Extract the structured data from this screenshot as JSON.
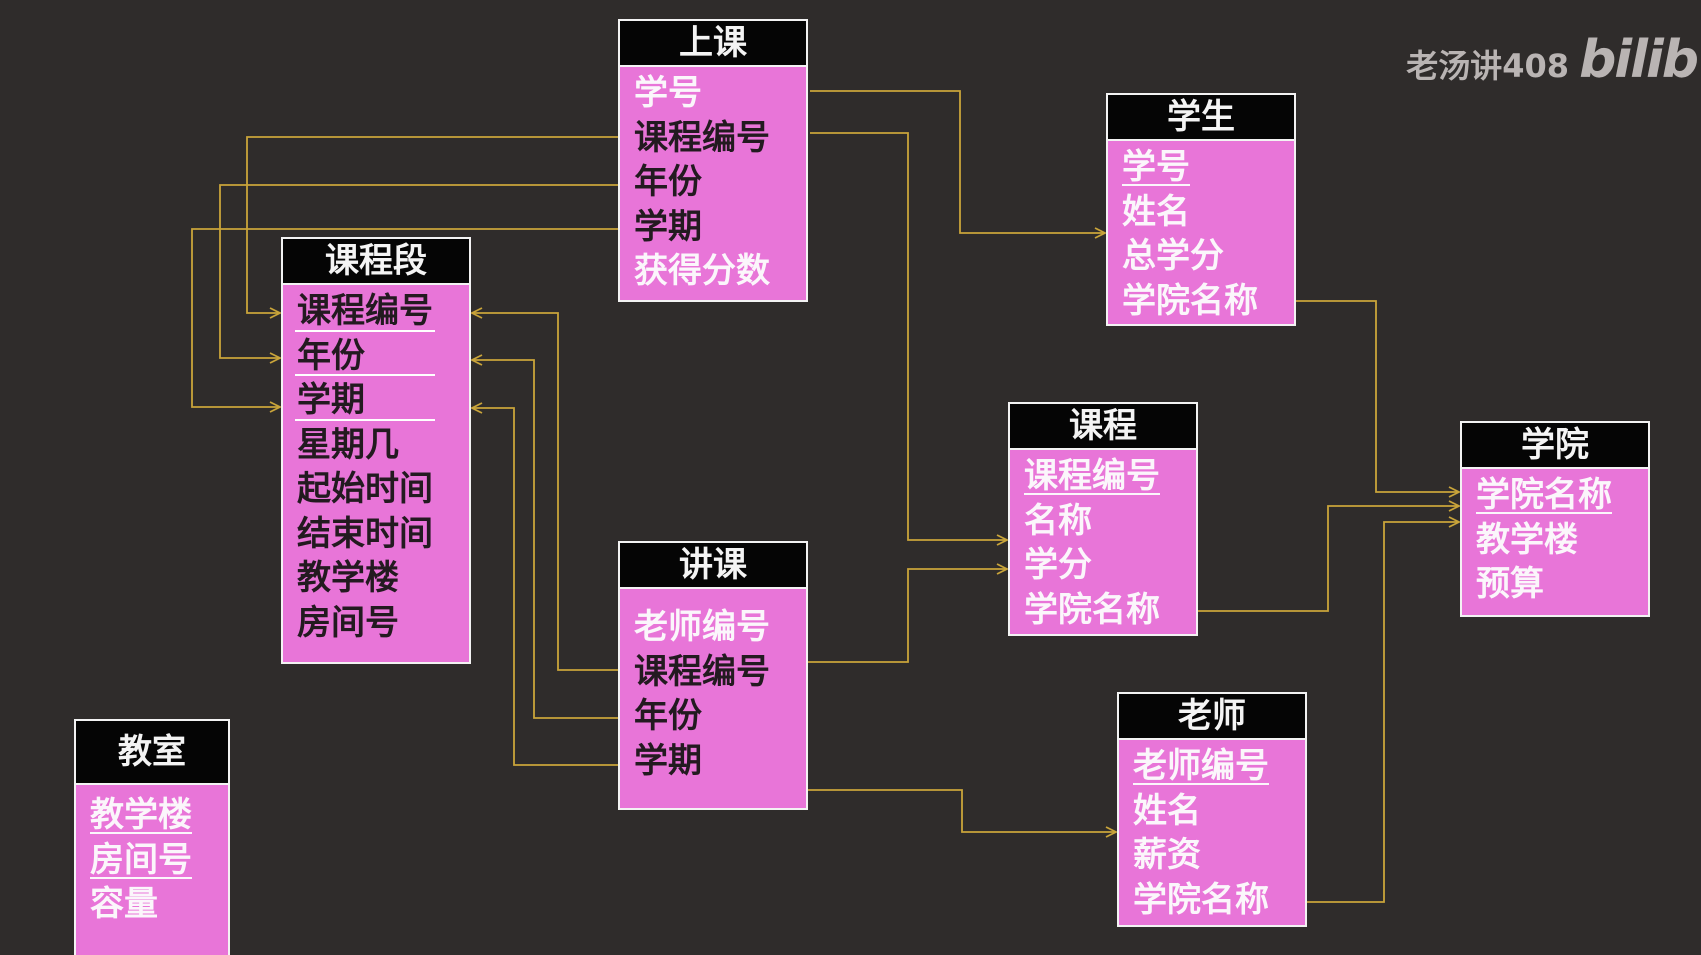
{
  "watermark": {
    "author": "老汤讲408",
    "logo": "bilib"
  },
  "entities": {
    "shangke": {
      "title": "上课",
      "fields": [
        "学号",
        "课程编号",
        "年份",
        "学期",
        "获得分数"
      ]
    },
    "xuesheng": {
      "title": "学生",
      "fields": [
        "学号",
        "姓名",
        "总学分",
        "学院名称"
      ]
    },
    "kechengduan": {
      "title": "课程段",
      "fields": [
        "课程编号",
        "年份",
        "学期",
        "星期几",
        "起始时间",
        "结束时间",
        "教学楼",
        "房间号"
      ]
    },
    "kecheng": {
      "title": "课程",
      "fields": [
        "课程编号",
        "名称",
        "学分",
        "学院名称"
      ]
    },
    "xueyuan": {
      "title": "学院",
      "fields": [
        "学院名称",
        "教学楼",
        "预算"
      ]
    },
    "jiangke": {
      "title": "讲课",
      "fields": [
        "老师编号",
        "课程编号",
        "年份",
        "学期"
      ]
    },
    "laoshi": {
      "title": "老师",
      "fields": [
        "老师编号",
        "姓名",
        "薪资",
        "学院名称"
      ]
    },
    "jiaoshi": {
      "title": "教室",
      "fields": [
        "教学楼",
        "房间号",
        "容量"
      ]
    }
  },
  "colors": {
    "background": "#2f2c2b",
    "entity_fill": "#e875d8",
    "header_fill": "#050505",
    "link_color": "#c9a43a"
  }
}
